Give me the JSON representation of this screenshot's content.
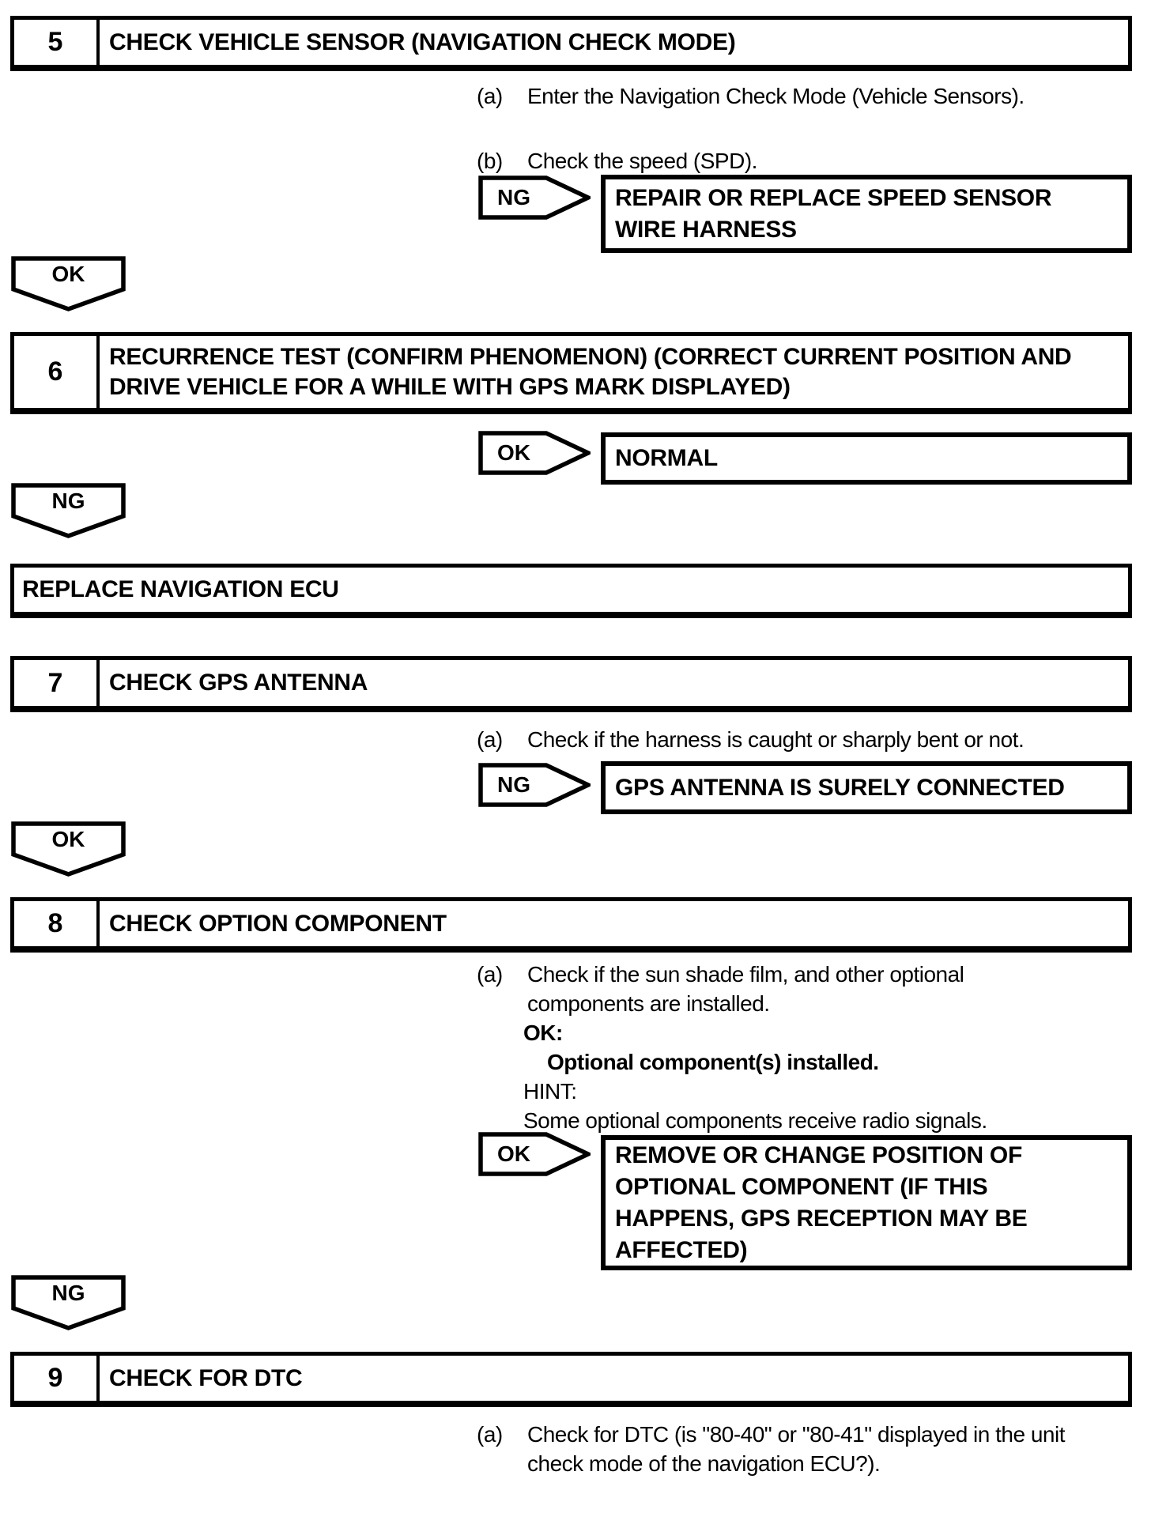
{
  "colors": {
    "ink": "#000000",
    "paper": "#ffffff"
  },
  "steps": {
    "s5": {
      "number": "5",
      "title": "CHECK VEHICLE SENSOR (NAVIGATION CHECK MODE)",
      "a_marker": "(a)",
      "a_text": "Enter the Navigation Check Mode (Vehicle Sensors).",
      "b_marker": "(b)",
      "b_text": "Check the speed (SPD).",
      "branch_label": "NG",
      "branch_result": "REPAIR OR REPLACE SPEED SENSOR WIRE HARNESS",
      "continue_label": "OK"
    },
    "s6": {
      "number": "6",
      "title": "RECURRENCE TEST (CONFIRM PHENOMENON) (CORRECT CURRENT POSITION AND DRIVE VEHICLE FOR A WHILE WITH GPS MARK DISPLAYED)",
      "branch_label": "OK",
      "branch_result": "NORMAL",
      "continue_label": "NG",
      "final_result": "REPLACE NAVIGATION ECU"
    },
    "s7": {
      "number": "7",
      "title": "CHECK GPS ANTENNA",
      "a_marker": "(a)",
      "a_text": "Check if the harness is caught or sharply bent or not.",
      "branch_label": "NG",
      "branch_result": "GPS ANTENNA IS SURELY CONNECTED",
      "continue_label": "OK"
    },
    "s8": {
      "number": "8",
      "title": "CHECK OPTION COMPONENT",
      "a_marker": "(a)",
      "a_text": "Check if the sun shade film, and other optional components are installed.",
      "ok_label": "OK:",
      "ok_condition": "Optional component(s) installed.",
      "hint_label": "HINT:",
      "hint_text": "Some optional components receive radio signals.",
      "branch_label": "OK",
      "branch_result": "REMOVE OR CHANGE POSITION OF OPTIONAL COMPONENT (IF THIS HAPPENS, GPS RECEPTION MAY BE AFFECTED)",
      "continue_label": "NG"
    },
    "s9": {
      "number": "9",
      "title": "CHECK FOR DTC",
      "a_marker": "(a)",
      "a_text": "Check for DTC (is \"80-40\" or \"80-41\" displayed in the unit check mode of the navigation ECU?)."
    }
  }
}
